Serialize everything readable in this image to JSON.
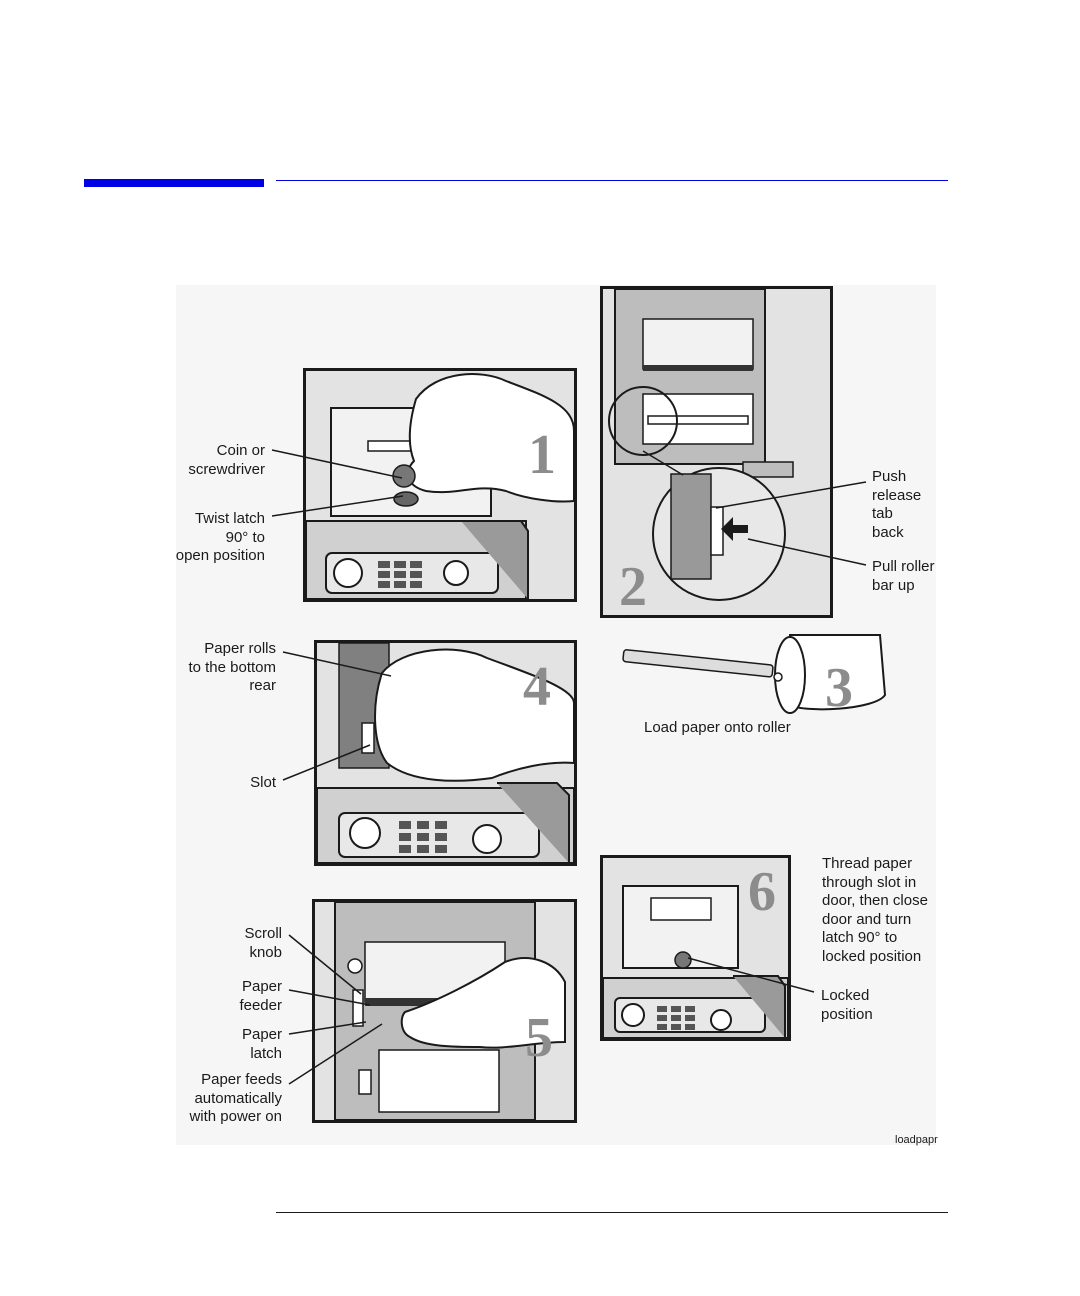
{
  "header": {
    "accent_color": "#0000e6",
    "rule_color": "#0000e6"
  },
  "figure": {
    "caption_id": "loadpapr",
    "steps": [
      {
        "number": "1",
        "labels": [
          [
            "Coin or",
            "screwdriver"
          ],
          [
            "Twist latch",
            "90° to",
            "open position"
          ]
        ]
      },
      {
        "number": "2",
        "labels": [
          [
            "Push",
            "release",
            "tab",
            "back"
          ],
          [
            "Pull roller",
            "bar up"
          ]
        ]
      },
      {
        "number": "3",
        "labels": [
          [
            "Load paper onto roller"
          ]
        ]
      },
      {
        "number": "4",
        "labels": [
          [
            "Paper rolls",
            "to the bottom",
            "rear"
          ],
          [
            "Slot"
          ]
        ]
      },
      {
        "number": "5",
        "labels": [
          [
            "Scroll",
            "knob"
          ],
          [
            "Paper",
            "feeder"
          ],
          [
            "Paper",
            "latch"
          ],
          [
            "Paper feeds",
            "automatically",
            "with power  on"
          ]
        ]
      },
      {
        "number": "6",
        "labels": [
          [
            "Thread paper",
            "through slot in",
            "door, then close",
            "door and turn",
            "latch 90° to",
            "locked position"
          ],
          [
            "Locked",
            "position"
          ]
        ]
      }
    ]
  }
}
